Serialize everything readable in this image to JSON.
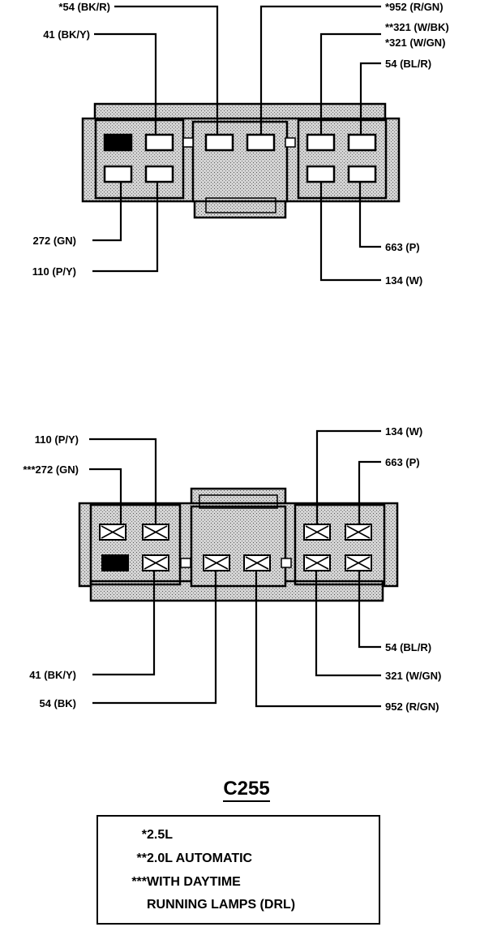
{
  "connector_name": "C255",
  "top_view": {
    "labels": {
      "bk_r_54": "*54 (BK/R)",
      "bk_y_41": "41 (BK/Y)",
      "r_gn_952": "*952 (R/GN)",
      "w_bk_321": "**321 (W/BK)",
      "w_gn_321": "*321 (W/GN)",
      "bl_r_54": "54 (BL/R)",
      "gn_272": "272 (GN)",
      "p_y_110": "110 (P/Y)",
      "p_663": "663 (P)",
      "w_134": "134 (W)"
    }
  },
  "bottom_view": {
    "labels": {
      "p_y_110": "110 (P/Y)",
      "gn_272": "***272 (GN)",
      "w_134": "134 (W)",
      "p_663": "663 (P)",
      "bl_r_54": "54 (BL/R)",
      "bk_y_41": "41 (BK/Y)",
      "w_gn_321": "321 (W/GN)",
      "bk_54": "54 (BK)",
      "r_gn_952": "952 (R/GN)"
    }
  },
  "legend": [
    {
      "marker": "*",
      "text": "2.5L"
    },
    {
      "marker": "**",
      "text": "2.0L AUTOMATIC"
    },
    {
      "marker": "***",
      "text": "WITH DAYTIME"
    },
    {
      "marker": "",
      "text": "RUNNING LAMPS (DRL)"
    }
  ],
  "colors": {
    "ink": "#000000",
    "shell_fill": "#cfcfcf",
    "paper": "#ffffff"
  }
}
